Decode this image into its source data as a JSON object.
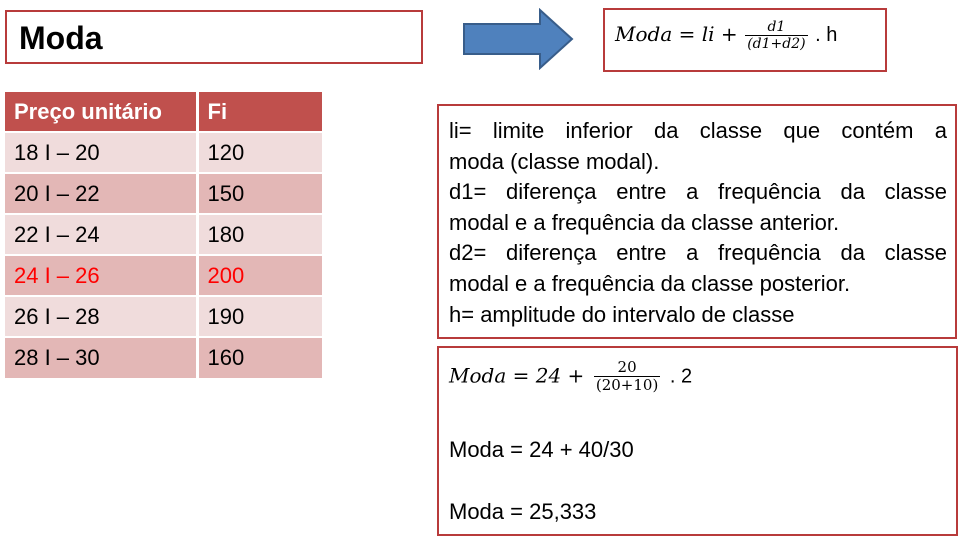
{
  "title": "Moda",
  "formula": {
    "lhs": "Moda = li +",
    "num": "d1",
    "den": "(d1+d2)",
    "tail": ". h"
  },
  "table": {
    "headers": [
      "Preço unitário",
      "Fi"
    ],
    "rows": [
      {
        "classe": "18 I – 20",
        "fi": "120"
      },
      {
        "classe": "20 I – 22",
        "fi": "150"
      },
      {
        "classe": "22 I – 24",
        "fi": "180"
      },
      {
        "classe": "24 I – 26",
        "fi": "200"
      },
      {
        "classe": "26 I – 28",
        "fi": "190"
      },
      {
        "classe": "28 I – 30",
        "fi": "160"
      }
    ],
    "modal_row_color": "#ff0000",
    "header_color": "#c0504d"
  },
  "definitions": [
    "li= limite inferior da classe que contém a",
    "moda (classe modal).",
    "d1= diferença entre a frequência da classe",
    "modal e a frequência da classe anterior.",
    "d2= diferença entre a frequência da classe",
    "modal e a frequência da classe posterior.",
    "h= amplitude do intervalo de classe"
  ],
  "calculation": {
    "lhs": "Moda = 24 +",
    "num": "20",
    "den": "(20+10)",
    "tail": ". 2",
    "line2": "Moda = 24 +  40/30",
    "line3": "Moda = 25,333"
  },
  "colors": {
    "border": "#b83b3b",
    "arrow_fill": "#4f81bd",
    "arrow_stroke": "#385d8a"
  },
  "icons": {
    "arrow": "right-arrow-icon"
  }
}
